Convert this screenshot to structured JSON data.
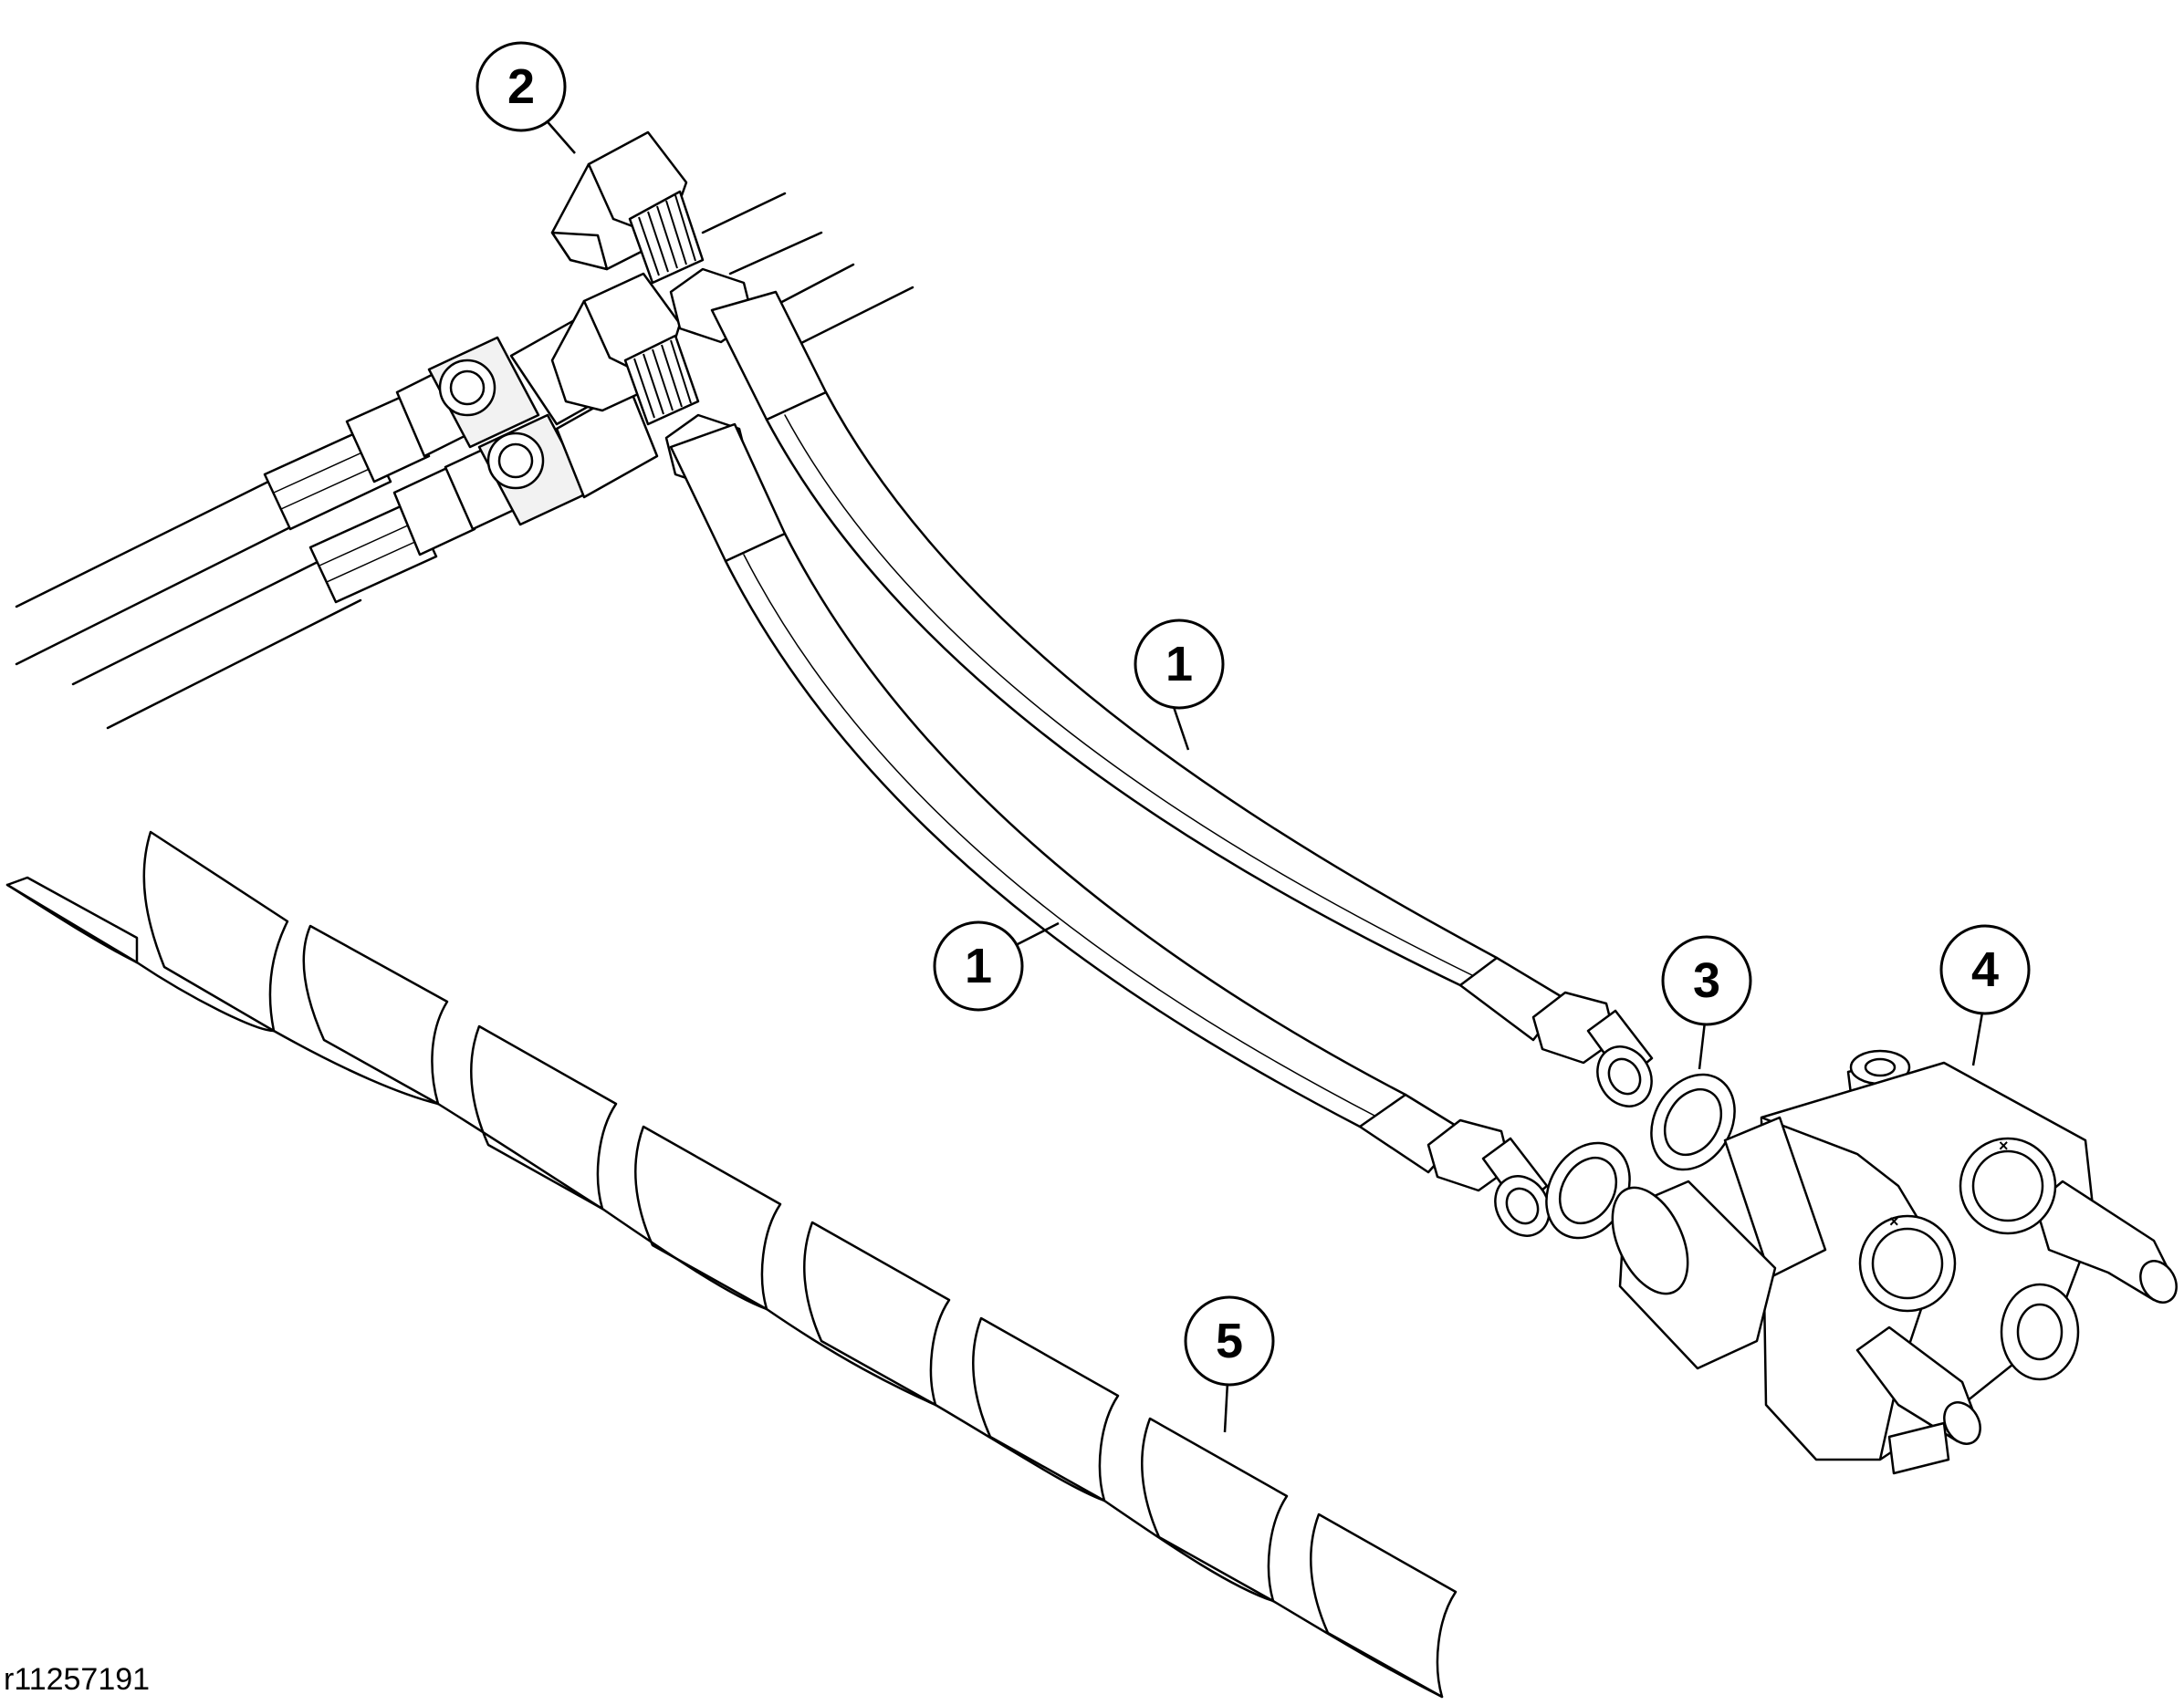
{
  "figure": {
    "reference_code": "r11257191",
    "callouts": [
      {
        "id": "callout-1a",
        "label": "1"
      },
      {
        "id": "callout-1b",
        "label": "1"
      },
      {
        "id": "callout-2",
        "label": "2"
      },
      {
        "id": "callout-3",
        "label": "3"
      },
      {
        "id": "callout-4",
        "label": "4"
      },
      {
        "id": "callout-5",
        "label": "5"
      }
    ],
    "parts": [
      {
        "callout": "1",
        "name": "hose"
      },
      {
        "callout": "2",
        "name": "swivel fitting"
      },
      {
        "callout": "3",
        "name": "sealing ring"
      },
      {
        "callout": "4",
        "name": "manifold block"
      },
      {
        "callout": "5",
        "name": "spiral wrap"
      }
    ],
    "colors": {
      "line": "#000000",
      "background": "#ffffff"
    }
  }
}
